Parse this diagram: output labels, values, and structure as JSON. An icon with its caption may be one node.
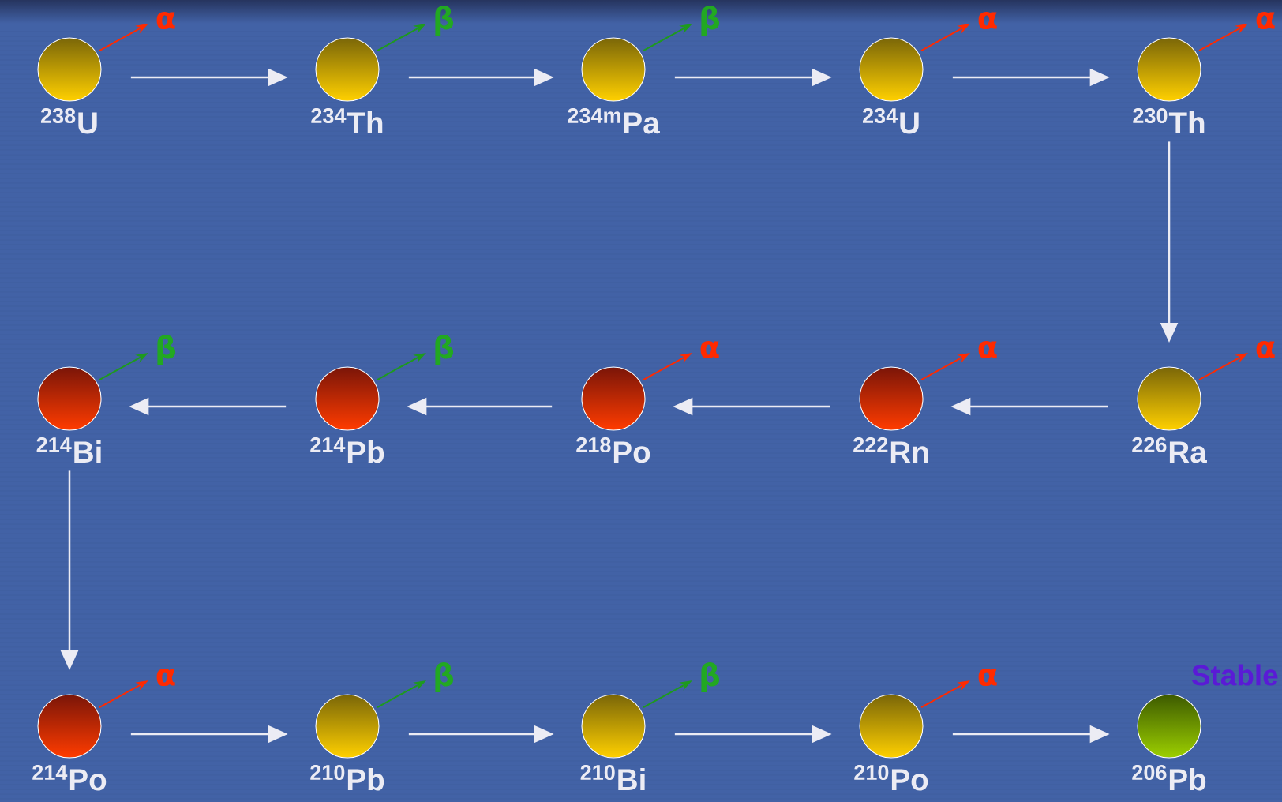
{
  "diagram": {
    "nodes": [
      {
        "text": [
          "$^{238}$U"
        ],
        "beside": [
          "α"
        ]
      },
      {
        "text": [
          "$^{234}$Th"
        ],
        "beside": [
          "β"
        ]
      },
      {
        "text": [
          "$^{234m}$Pa"
        ],
        "beside": [
          "β"
        ]
      },
      {
        "text": [
          "$^{234}$U"
        ],
        "beside": [
          "α"
        ]
      },
      {
        "text": [
          "$^{230}$Th"
        ],
        "beside": [
          "α"
        ]
      },
      {
        "text": [
          "$^{226}$Ra"
        ],
        "beside": [
          "α"
        ]
      },
      {
        "text": [
          "$^{222}$Rn"
        ],
        "beside": [
          "α"
        ]
      },
      {
        "text": [
          "$^{218}$Po"
        ],
        "beside": [
          "α"
        ]
      },
      {
        "text": [
          "$^{214}$Pb"
        ],
        "beside": [
          "β"
        ]
      },
      {
        "text": [
          "$^{214}$Bi"
        ],
        "beside": [
          "β"
        ]
      },
      {
        "text": [
          "$^{214}$Po"
        ],
        "beside": [
          "α"
        ]
      },
      {
        "text": [
          "$^{210}$Pb"
        ],
        "beside": [
          "β"
        ]
      },
      {
        "text": [
          "$^{210}$Bi"
        ],
        "beside": [
          "β"
        ]
      },
      {
        "text": [
          "$^{210}$Po"
        ],
        "beside": [
          "α"
        ]
      },
      {
        "text": [
          "$^{206}$Pb"
        ],
        "beside": [
          "Stable"
        ]
      }
    ],
    "edges": [
      {
        "from": 0,
        "to": 1,
        "arrow": "to"
      },
      {
        "from": 1,
        "to": 2,
        "arrow": "to"
      },
      {
        "from": 2,
        "to": 3,
        "arrow": "to"
      },
      {
        "from": 3,
        "to": 4,
        "arrow": "to"
      },
      {
        "from": 4,
        "to": 5,
        "arrow": "to"
      },
      {
        "from": 5,
        "to": 6,
        "arrow": "to"
      },
      {
        "from": 6,
        "to": 7,
        "arrow": "to"
      },
      {
        "from": 7,
        "to": 8,
        "arrow": "to"
      },
      {
        "from": 8,
        "to": 9,
        "arrow": "to"
      },
      {
        "from": 9,
        "to": 10,
        "arrow": "to"
      },
      {
        "from": 10,
        "to": 11,
        "arrow": "to"
      },
      {
        "from": 11,
        "to": 12,
        "arrow": "to"
      },
      {
        "from": 12,
        "to": 13,
        "arrow": "to"
      },
      {
        "from": 13,
        "to": 14,
        "arrow": "to"
      },
      {
        "from": 0,
        "to": null,
        "arrow": "to",
        "color": "#ff2a00"
      },
      {
        "from": 1,
        "to": null,
        "arrow": "to",
        "color": "#1e9a1e"
      },
      {
        "from": 2,
        "to": null,
        "arrow": "to",
        "color": "#1e9a1e"
      },
      {
        "from": 3,
        "to": null,
        "arrow": "to",
        "color": "#ff2a00"
      },
      {
        "from": 4,
        "to": null,
        "arrow": "to",
        "color": "#ff2a00"
      },
      {
        "from": 5,
        "to": null,
        "arrow": "to",
        "color": "#ff2a00"
      },
      {
        "from": 6,
        "to": null,
        "arrow": "to",
        "color": "#ff2a00"
      },
      {
        "from": 7,
        "to": null,
        "arrow": "to",
        "color": "#ff2a00"
      },
      {
        "from": 8,
        "to": null,
        "arrow": "to",
        "color": "#1e9a1e"
      },
      {
        "from": 9,
        "to": null,
        "arrow": "to",
        "color": "#1e9a1e"
      },
      {
        "from": 10,
        "to": null,
        "arrow": "to",
        "color": "#ff2a00"
      },
      {
        "from": 11,
        "to": null,
        "arrow": "to",
        "color": "#1e9a1e"
      },
      {
        "from": 12,
        "to": null,
        "arrow": "to",
        "color": "#1e9a1e"
      },
      {
        "from": 13,
        "to": null,
        "arrow": "to",
        "color": "#ff2a00"
      }
    ]
  }
}
